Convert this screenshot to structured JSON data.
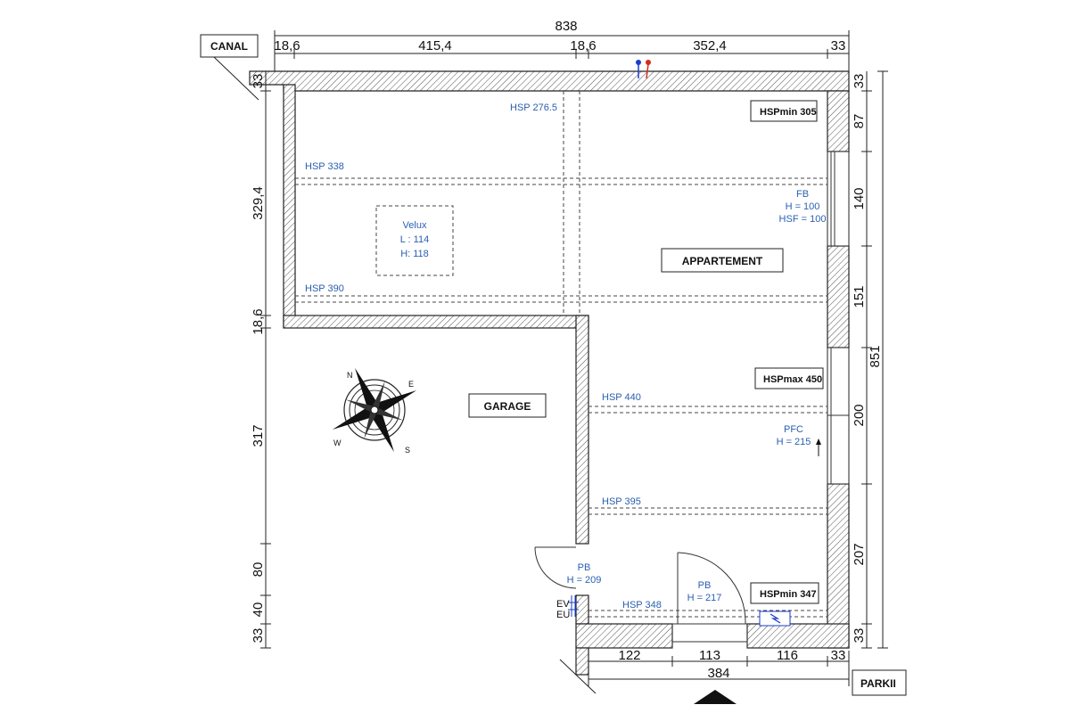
{
  "labels": {
    "canal": "CANAL",
    "parking": "PARKII",
    "appartement": "APPARTEMENT",
    "garage": "GARAGE"
  },
  "top_dims": {
    "total": "838",
    "d1": "18,6",
    "d2": "415,4",
    "d3": "18,6",
    "d4": "352,4",
    "d5": "33"
  },
  "left_dims": {
    "d1": "33",
    "d2": "329,4",
    "d3": "18,6",
    "d4": "317",
    "d5": "80",
    "d6": "40",
    "d7": "33"
  },
  "right_dims": {
    "d1": "33",
    "d2": "87",
    "d3": "140",
    "d4": "151",
    "d5": "200",
    "d6": "207",
    "d7": "33",
    "total": "851"
  },
  "bottom_dims": {
    "d1": "122",
    "d2": "113",
    "d3": "116",
    "d4": "33",
    "total": "384"
  },
  "hsp": {
    "h2765": "HSP 276.5",
    "h338": "HSP 338",
    "h390": "HSP 390",
    "h440": "HSP 440",
    "h395": "HSP 395",
    "h348": "HSP 348"
  },
  "boxes": {
    "min305_a": "HSPmin",
    "min305_b": "305",
    "max450_a": "HSPmax",
    "max450_b": "450",
    "min347_a": "HSPmin",
    "min347_b": "347"
  },
  "velux": {
    "l1": "Velux",
    "l2": "L : 114",
    "l3": "H: 118"
  },
  "fb": {
    "l1": "FB",
    "l2": "H = 100",
    "l3": "HSF = 100"
  },
  "pfc": {
    "l1": "PFC",
    "l2": "H = 215"
  },
  "pb1": {
    "l1": "PB",
    "l2": "H = 209"
  },
  "pb2": {
    "l1": "PB",
    "l2": "H = 217"
  },
  "ev": "EV",
  "eu": "EU",
  "compass": {
    "n": "N",
    "e": "E",
    "s": "S",
    "w": "W"
  },
  "colors": {
    "annotation_blue": "#2a5fb0",
    "pipe_blue": "#1a3ccf",
    "pipe_red": "#d42b1e"
  },
  "icons": [
    "compass-rose-icon",
    "electric-panel-icon",
    "door-arrow-icon"
  ]
}
